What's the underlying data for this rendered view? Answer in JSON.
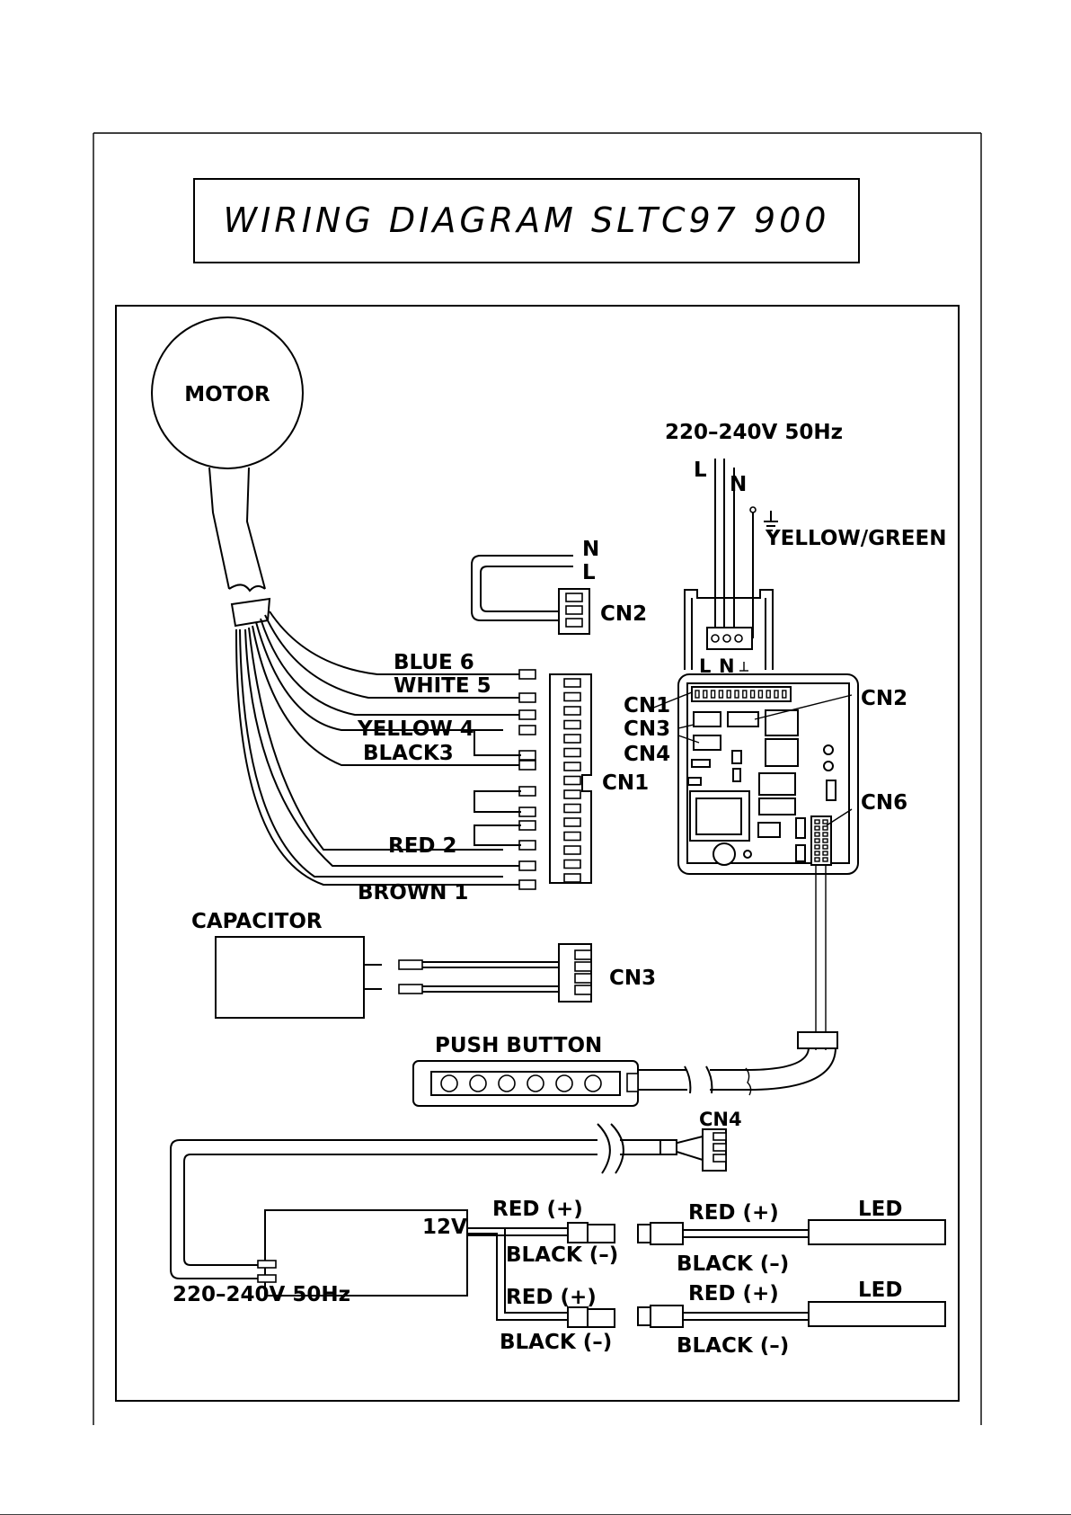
{
  "title": "WIRING DIAGRAM SLTC97 900",
  "motor": {
    "label": "MOTOR"
  },
  "wires": [
    {
      "label": "BLUE 6"
    },
    {
      "label": "WHITE 5"
    },
    {
      "label": "YELLOW 4"
    },
    {
      "label": "BLACK3"
    },
    {
      "label": "RED 2"
    },
    {
      "label": "BROWN 1"
    }
  ],
  "connectors": {
    "cn1": "CN1",
    "cn2": "CN2",
    "cn3": "CN3",
    "cn4": "CN4",
    "cn6": "CN6"
  },
  "cn2_inputs": {
    "n": "N",
    "l": "L"
  },
  "mains": {
    "voltage": "220–240V 50Hz",
    "l": "L",
    "n": "N",
    "earth": "YELLOW/GREEN"
  },
  "board_terminals": {
    "l": "L",
    "n": "N"
  },
  "capacitor": {
    "label": "CAPACITOR"
  },
  "push_button": {
    "label": "PUSH BUTTON"
  },
  "transformer": {
    "label": "12V",
    "input": "220–240V 50Hz"
  },
  "led_outputs": [
    {
      "red": "RED (+)",
      "black": "BLACK (–)"
    },
    {
      "red": "RED (+)",
      "black": "BLACK (–)"
    }
  ],
  "led_ends": [
    {
      "label": "LED",
      "red": "RED (+)",
      "black": "BLACK (–)"
    },
    {
      "label": "LED",
      "red": "RED (+)",
      "black": "BLACK (–)"
    }
  ]
}
